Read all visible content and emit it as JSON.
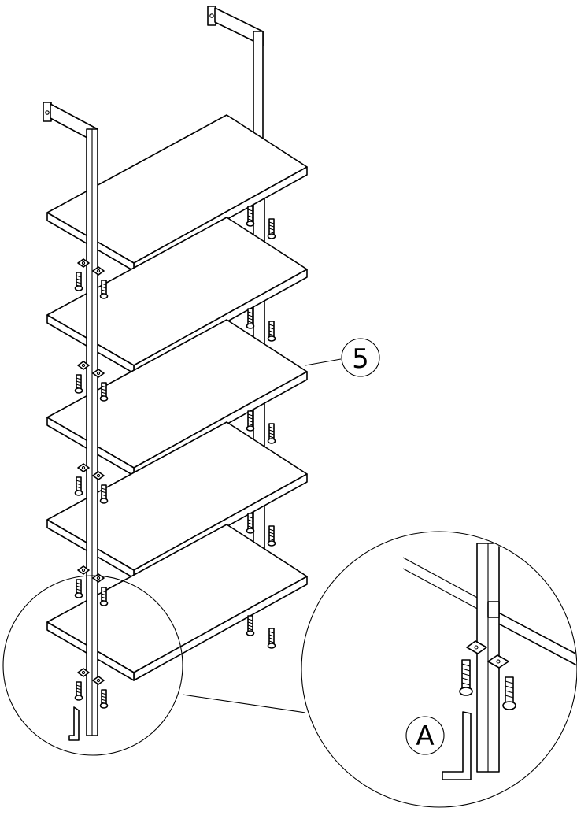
{
  "diagram": {
    "callout_shelf": "5",
    "callout_tool": "A",
    "shelf_count": 5,
    "colors": {
      "ink": "#000000",
      "paper": "#ffffff"
    }
  }
}
